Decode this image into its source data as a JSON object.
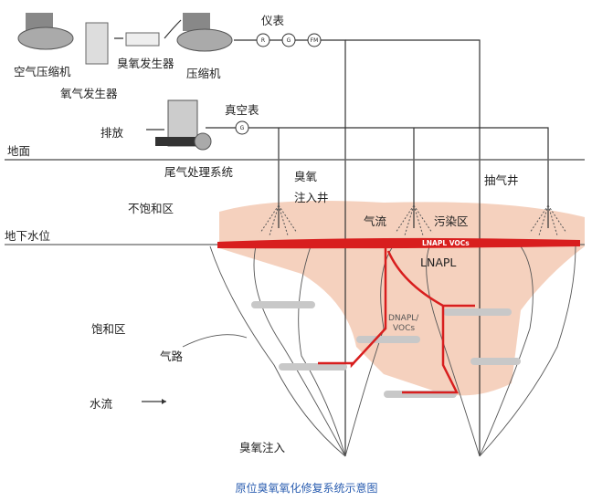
{
  "labels": {
    "air_compressor": "空气压缩机",
    "oxygen_generator": "氧气发生器",
    "ozone_generator": "臭氧发生器",
    "compressor": "压缩机",
    "instruments": "仪表",
    "vacuum_gauge": "真空表",
    "exhaust": "排放",
    "ground": "地面",
    "offgas_treatment": "尾气处理系统",
    "ozone": "臭氧",
    "injection_well": "注入井",
    "extraction_well": "抽气井",
    "vadose_zone": "不饱和区",
    "airflow": "气流",
    "contamination_zone": "污染区",
    "water_table": "地下水位",
    "lnapl_vocs": "LNAPL VOCs",
    "lnapl": "LNAPL",
    "dnapl_vocs_1": "DNAPL/",
    "dnapl_vocs_2": "VOCs",
    "saturated_zone": "饱和区",
    "air_path": "气路",
    "water_flow": "水流",
    "ozone_injection": "臭氧注入"
  },
  "gauges": [
    "R",
    "G",
    "FM",
    "G"
  ],
  "caption": "原位臭氧氧化修复系统示意图",
  "colors": {
    "contamination": "#f3c9b3",
    "lnapl": "#d81e1e",
    "caption": "#2a5db0"
  }
}
